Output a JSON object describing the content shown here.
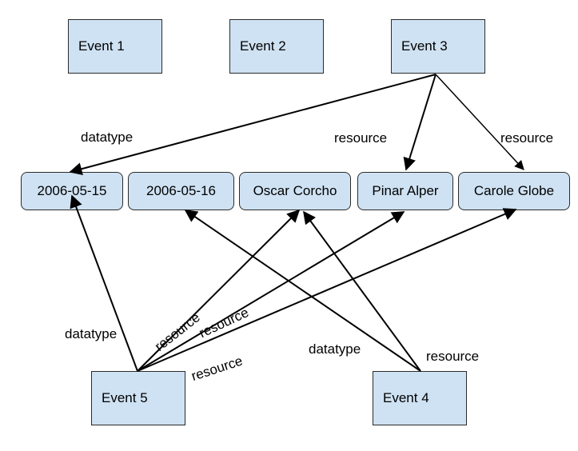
{
  "events": {
    "e1": "Event 1",
    "e2": "Event 2",
    "e3": "Event 3",
    "e5": "Event 5",
    "e4": "Event 4"
  },
  "values": {
    "v1": "2006-05-15",
    "v2": "2006-05-16",
    "v3": "Oscar Corcho",
    "v4": "Pinar Alper",
    "v5": "Carole Globe"
  },
  "edge_labels": {
    "e3_v1": "datatype",
    "e3_v4": "resource",
    "e3_v5": "resource",
    "e5_v1": "datatype",
    "e5_v3": "resource",
    "e5_v4": "resource",
    "e5_v5": "resource",
    "e4_v2": "datatype",
    "e4_v3": "resource"
  },
  "edges": [
    {
      "from": "e3",
      "to": "v1",
      "label": "datatype"
    },
    {
      "from": "e3",
      "to": "v4",
      "label": "resource"
    },
    {
      "from": "e3",
      "to": "v5",
      "label": "resource"
    },
    {
      "from": "e5",
      "to": "v1",
      "label": "datatype"
    },
    {
      "from": "e5",
      "to": "v3",
      "label": "resource"
    },
    {
      "from": "e5",
      "to": "v4",
      "label": "resource"
    },
    {
      "from": "e5",
      "to": "v5",
      "label": "resource"
    },
    {
      "from": "e4",
      "to": "v2",
      "label": "datatype"
    },
    {
      "from": "e4",
      "to": "v3",
      "label": "resource"
    }
  ]
}
